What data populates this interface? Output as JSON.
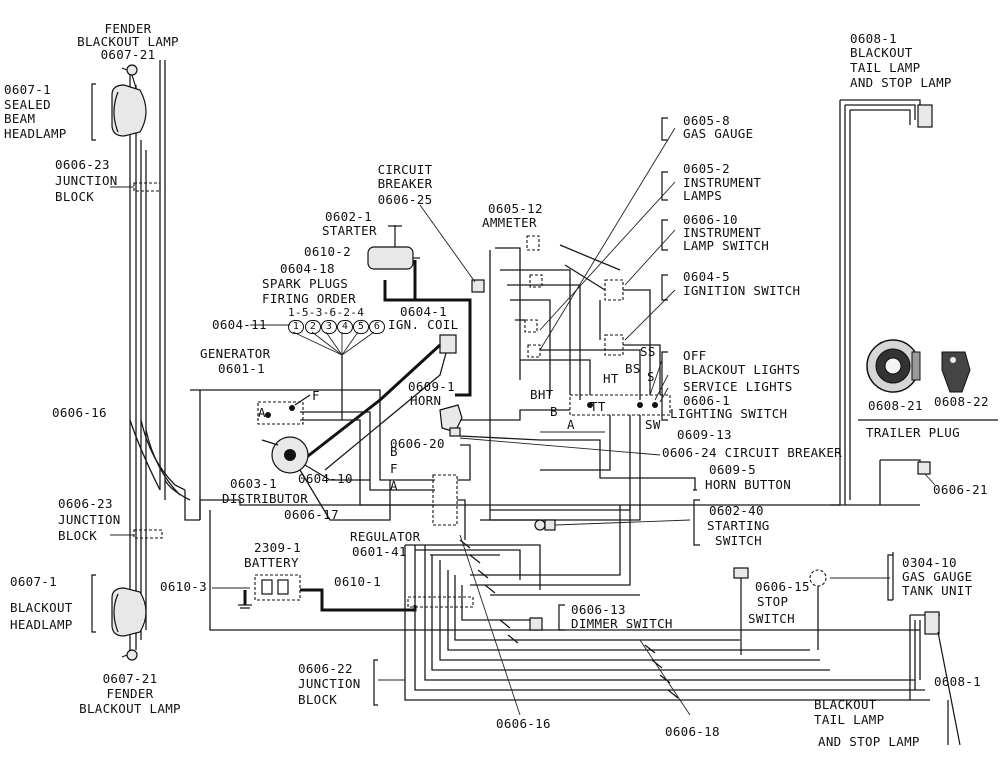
{
  "labels": {
    "fender_lamp_top_1": "FENDER",
    "fender_lamp_top_2": "BLACKOUT LAMP",
    "fender_lamp_top_3": "0607-21",
    "headlamp_num": "0607-1",
    "headlamp_1": "SEALED",
    "headlamp_2": "BEAM",
    "headlamp_3": "HEADLAMP",
    "junction_top_num": "0606-23",
    "junction_top_1": "JUNCTION",
    "junction_top_2": "BLOCK",
    "cb_1": "CIRCUIT",
    "cb_2": "BREAKER",
    "cb_3": "0606-25",
    "starter_num": "0602-1",
    "starter": "STARTER",
    "p0610_2": "0610-2",
    "spark_num": "0604-18",
    "spark_1": "SPARK PLUGS",
    "spark_2": "FIRING ORDER",
    "firing": "1-5-3-6-2-4",
    "coil_num": "0604-1",
    "coil": "IGN. COIL",
    "p0604_11": "0604-11",
    "gen_1": "GENERATOR",
    "gen_num": "0601-1",
    "p0606_16_left": "0606-16",
    "dist_num": "0603-1",
    "dist": "DISTRIBUTOR",
    "p0604_10": "0604-10",
    "p0606_17": "0606-17",
    "junction_mid_num": "0606-23",
    "junction_mid_1": "JUNCTION",
    "junction_mid_2": "BLOCK",
    "reg_1": "REGULATOR",
    "reg_num": "0601-41",
    "battery_num": "2309-1",
    "battery": "BATTERY",
    "p0610_3": "0610-3",
    "p0610_1": "0610-1",
    "blackout_head_num": "0607-1",
    "blackout_head_1": "BLACKOUT",
    "blackout_head_2": "HEADLAMP",
    "fender_lamp_bot_1": "0607-21",
    "fender_lamp_bot_2": "FENDER",
    "fender_lamp_bot_3": "BLACKOUT LAMP",
    "jb22_num": "0606-22",
    "jb22_1": "JUNCTION",
    "jb22_2": "BLOCK",
    "p0606_16_bottom": "0606-16",
    "p0606_18": "0606-18",
    "ammeter_num": "0605-12",
    "ammeter": "AMMETER",
    "gas_num": "0605-8",
    "gas": "GAS GAUGE",
    "inst_lamps_num": "0605-2",
    "inst_lamps_1": "INSTRUMENT",
    "inst_lamps_2": "LAMPS",
    "lamp_sw_num": "0606-10",
    "lamp_sw_1": "INSTRUMENT",
    "lamp_sw_2": "LAMP SWITCH",
    "ign_sw_num": "0604-5",
    "ign_sw": "IGNITION SWITCH",
    "ss": "SS",
    "off": "OFF",
    "bs": "BS",
    "blackout_lights": "BLACKOUT LIGHTS",
    "ht": "HT",
    "s": "S",
    "service_lights": "SERVICE LIGHTS",
    "bht": "BHT",
    "horn_num": "0609-1",
    "horn": "HORN",
    "light_sw_num": "0606-1",
    "light_sw": "LIGHTING SWITCH",
    "b_term": "B",
    "tt": "TT",
    "a_term": "A",
    "sw": "SW",
    "p0609_13": "0609-13",
    "p0606_20": "0606-20",
    "cb24": "0606-24 CIRCUIT BREAKER",
    "horn_btn_num": "0609-5",
    "horn_btn": "HORN BUTTON",
    "start_sw_num": "0602-40",
    "start_sw_1": "STARTING",
    "start_sw_2": "SWITCH",
    "stop_sw_num": "0606-15",
    "stop_sw_1": "STOP",
    "stop_sw_2": "SWITCH",
    "dimmer_num": "0606-13",
    "dimmer": "DIMMER SWITCH",
    "tail_top_num": "0608-1",
    "tail_top_1": "BLACKOUT",
    "tail_top_2": "TAIL LAMP",
    "tail_top_3": "AND STOP LAMP",
    "trailer_21": "0608-21",
    "trailer_22": "0608-22",
    "trailer_plug": "TRAILER PLUG",
    "p0606_21": "0606-21",
    "tank_num": "0304-10",
    "tank_1": "GAS GAUGE",
    "tank_2": "TANK UNIT",
    "tail_bot_num": "0608-1",
    "tail_bot_1": "BLACKOUT",
    "tail_bot_2": "TAIL LAMP",
    "tail_bot_3": "AND STOP LAMP",
    "gen_f": "F",
    "gen_a": "A",
    "reg_b": "B",
    "reg_f": "F",
    "reg_a": "A",
    "plug_1": "1",
    "plug_2": "2",
    "plug_3": "3",
    "plug_4": "4",
    "plug_5": "5",
    "plug_6": "6"
  }
}
